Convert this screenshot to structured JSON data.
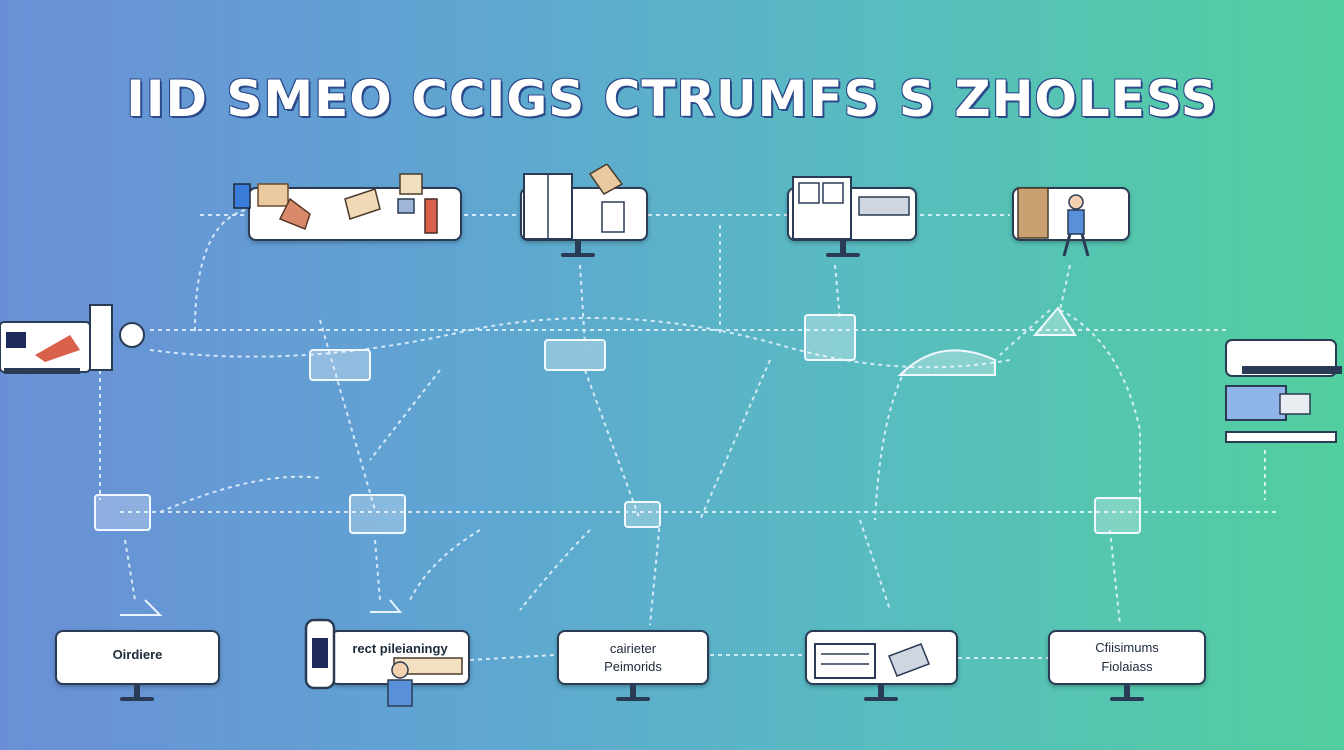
{
  "title": "IID SMEO CCIGS CTRUMFS S ZHOLESS",
  "colors": {
    "bg_left": "#6a8fd6",
    "bg_right": "#52cf9e",
    "card_border": "#2a3c55",
    "connector": "#e8f4ff"
  },
  "bottom_cards": [
    {
      "line1": "Oirdiere",
      "line2": ""
    },
    {
      "line1": "rect pileianingy",
      "line2": ""
    },
    {
      "line1": "cairieter",
      "line2": "Peimorids"
    },
    {
      "line1": "",
      "line2": ""
    },
    {
      "line1": "Cfiisimums",
      "line2": "Fiolaiass"
    }
  ]
}
